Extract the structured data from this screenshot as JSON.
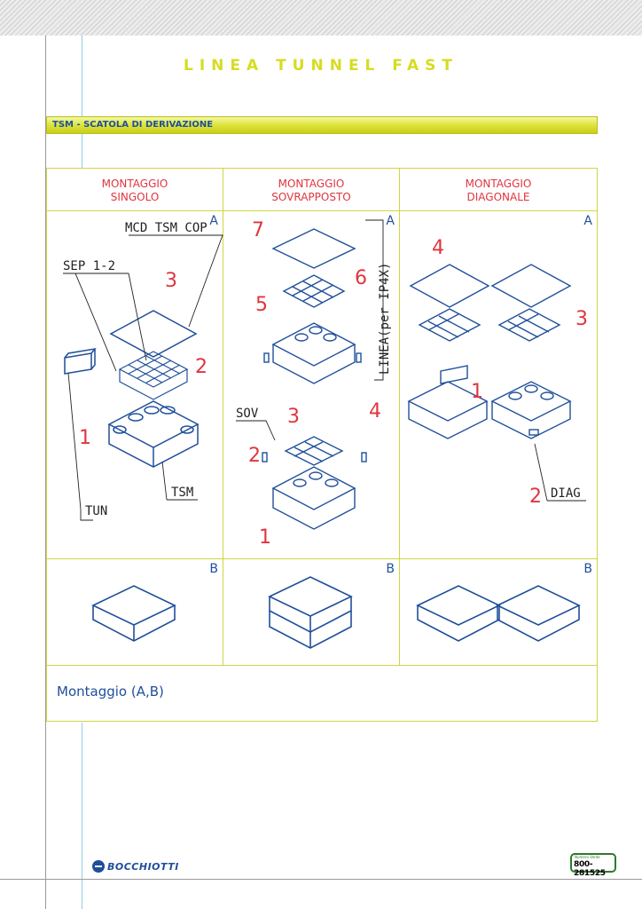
{
  "page": {
    "title": "LINEA TUNNEL FAST"
  },
  "section": {
    "title": "TSM - SCATOLA DI DERIVAZIONE"
  },
  "columns": [
    {
      "title_line1": "MONTAGGIO",
      "title_line2": "SINGOLO"
    },
    {
      "title_line1": "MONTAGGIO",
      "title_line2": "SOVRAPPOSTO"
    },
    {
      "title_line1": "MONTAGGIO",
      "title_line2": "DIAGONALE"
    }
  ],
  "row_labels": {
    "a": "A",
    "b": "B"
  },
  "diagram_single": {
    "label_cover": "MCD TSM COP",
    "label_separator": "SEP 1-2",
    "label_tunnel": "TUN",
    "label_box": "TSM",
    "steps": [
      "1",
      "2",
      "3"
    ]
  },
  "diagram_stacked": {
    "label_linea": "LINEA(per IP4X)",
    "label_sov": "SOV",
    "steps": [
      "1",
      "2",
      "3",
      "4",
      "5",
      "6",
      "7"
    ]
  },
  "diagram_diagonal": {
    "label_diag": "DIAG",
    "steps": [
      "1",
      "2",
      "3",
      "4"
    ]
  },
  "footer": {
    "text": "Montaggio (A,B)"
  },
  "brand": {
    "logo_text": "BOCCHIOTTI",
    "phone_caption": "Numero Verde",
    "phone_number": "800-281525"
  },
  "colors": {
    "accent_yellow": "#d6dc22",
    "blue": "#1f4f9a",
    "red": "#e0353f",
    "green": "#2d7a2d"
  }
}
